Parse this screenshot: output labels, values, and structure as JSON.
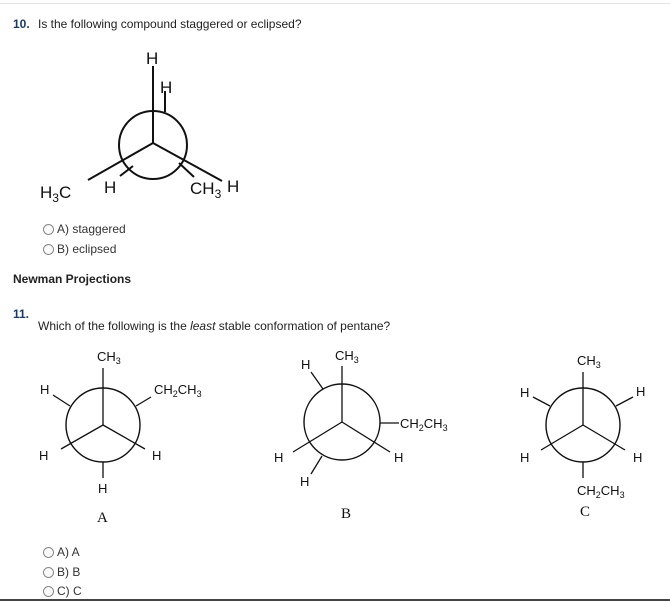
{
  "q10": {
    "number": "10.",
    "text": "Is the following compound staggered or eclipsed?",
    "labels": {
      "top_h": "H",
      "right_top_h": "H",
      "left_h3c": "H3C",
      "left_h": "H",
      "right_ch3": "CH3",
      "right_h": "H"
    },
    "options": [
      "A) staggered",
      "B) eclipsed"
    ]
  },
  "section_title": "Newman Projections",
  "q11": {
    "number": "11.",
    "text_before": "Which of the following is the ",
    "text_emph": "least",
    "text_after": " stable conformation of pentane?",
    "projA": {
      "top": "CH3",
      "left_top": "H",
      "right_top": "CH2CH3",
      "left_bottom": "H",
      "right_bottom": "H",
      "bottom": "H",
      "caption": "A"
    },
    "projB": {
      "top_left": "H",
      "top": "CH3",
      "right": "CH2CH3",
      "left": "H",
      "right_bottom": "H",
      "bottom_left": "H",
      "caption": "B"
    },
    "projC": {
      "top": "CH3",
      "left_top": "H",
      "right_top": "H",
      "left_bottom": "H",
      "right_bottom": "H",
      "bottom": "CH2CH3",
      "caption": "C"
    },
    "options": [
      "A) A",
      "B) B",
      "C) C"
    ]
  }
}
